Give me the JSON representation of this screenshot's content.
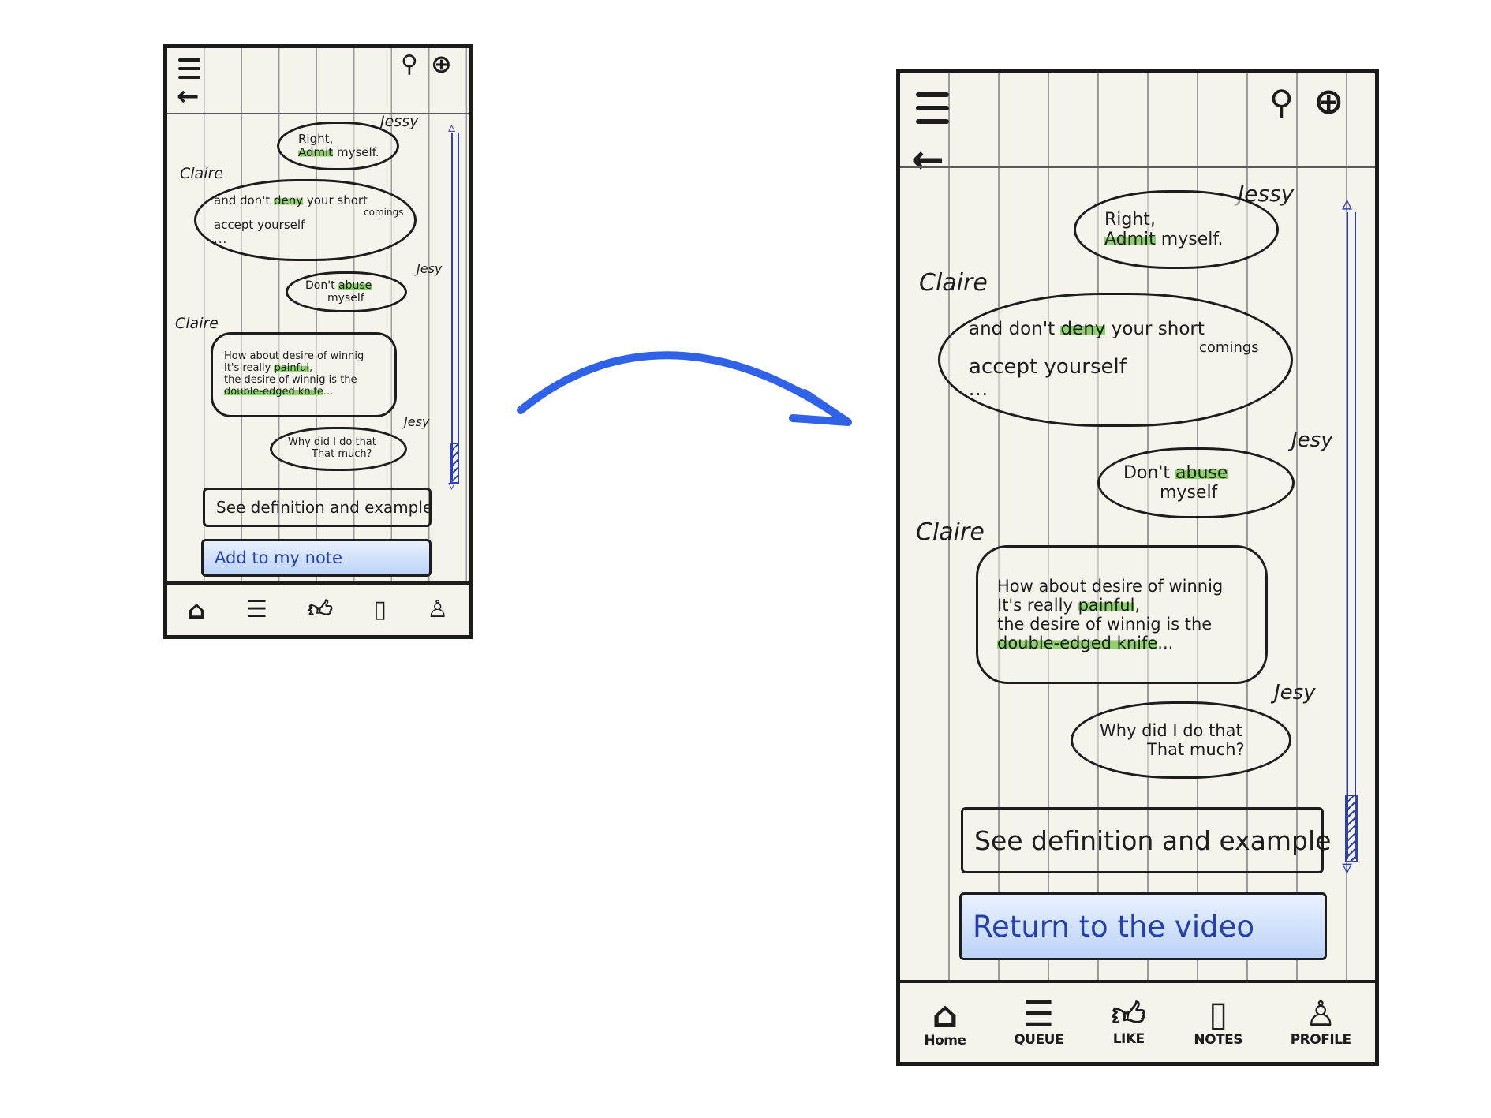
{
  "chat": {
    "speakers": {
      "jessy": "Jessy",
      "jessy_alt": "Jesy",
      "claire": "Claire"
    },
    "messages": [
      {
        "speaker": "Jessy",
        "lines": [
          "Right,",
          "Admit myself."
        ],
        "highlight": "Admit"
      },
      {
        "speaker": "Claire",
        "lines": [
          "and don't deny your short",
          "comings",
          "accept yourself",
          "..."
        ],
        "highlight": "deny"
      },
      {
        "speaker": "Jesy",
        "lines": [
          "Don't abuse",
          "myself"
        ],
        "highlight": "abuse"
      },
      {
        "speaker": "Claire",
        "lines": [
          "How about desire of winnig",
          "It's really painful,",
          "the desire of winnig is the",
          "double-edged knife..."
        ],
        "highlights": [
          "painful",
          "double-edged knife"
        ]
      },
      {
        "speaker": "Jesy",
        "lines": [
          "Why did I do that",
          "That much?"
        ]
      }
    ]
  },
  "small_screen": {
    "buttons": {
      "definition": "See definition and example",
      "add_note": "Add to my note"
    }
  },
  "big_screen": {
    "buttons": {
      "definition": "See definition and example",
      "return_video": "Return to the video"
    },
    "tabs": [
      "Home",
      "QUEUE",
      "LIKE",
      "NOTES",
      "PROFILE"
    ]
  },
  "icons": {
    "menu": "hamburger-icon",
    "back": "back-arrow-icon",
    "search": "search-icon",
    "globe": "globe-icon",
    "home": "home-icon",
    "queue": "queue-icon",
    "like": "thumbs-up-icon",
    "notes": "notes-icon",
    "profile": "profile-icon"
  },
  "colors": {
    "highlight": "#8fd16a",
    "scrollbar": "#2f3fb0",
    "flow_arrow": "#2f62e6",
    "blue_button": "#2440b0"
  }
}
